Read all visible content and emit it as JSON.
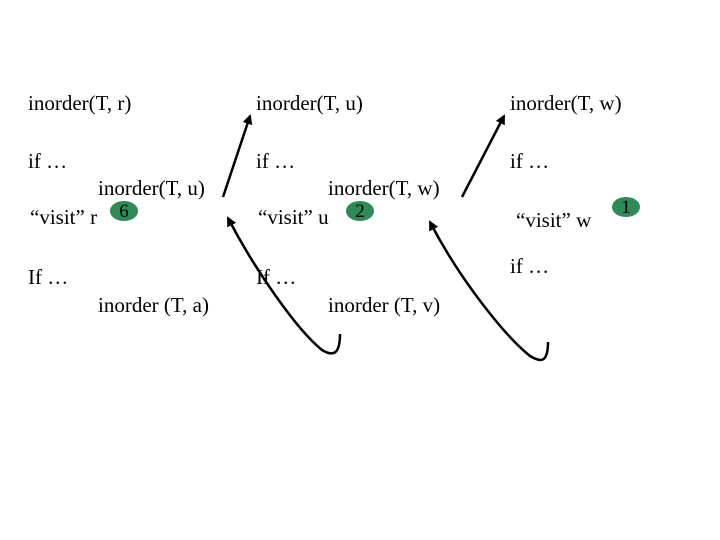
{
  "frames": [
    {
      "call": "inorder(T, r)",
      "if1": "if …",
      "recurse_left": "inorder(T, u)",
      "visit_label": "“visit” r",
      "visit_order": "6",
      "if2": "If …",
      "recurse_right": "inorder (T, a)"
    },
    {
      "call": "inorder(T, u)",
      "if1": "if …",
      "recurse_left": "inorder(T, w)",
      "visit_label": "“visit” u",
      "visit_order": "2",
      "if2": "If …",
      "recurse_right": "inorder (T, v)"
    },
    {
      "call": "inorder(T, w)",
      "if1": "if …",
      "visit_label": "“visit” w",
      "visit_order": "1",
      "if2": "if …"
    }
  ],
  "colors": {
    "badge": "#2e8b57",
    "text": "#000000"
  }
}
